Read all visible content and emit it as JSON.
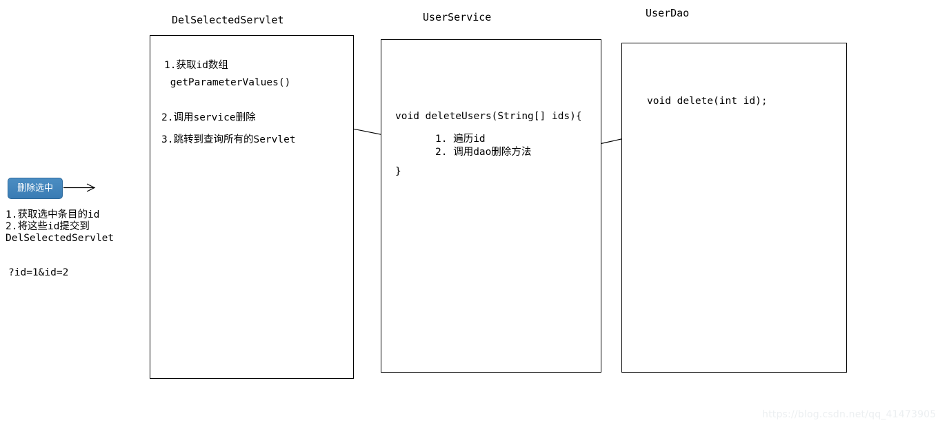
{
  "diagram": {
    "title_hidden": "DelSelectedServlet / UserService / UserDao flow",
    "watermark": "https://blog.csdn.net/qq_41473905"
  },
  "left_panel": {
    "button_label": "删除选中",
    "notes": [
      "1.获取选中条目的id",
      "2.将这些id提交到",
      "DelSelectedServlet"
    ],
    "query_string": "?id=1&id=2"
  },
  "boxes": [
    {
      "id": "servlet",
      "title": "DelSelectedServlet",
      "lines": [
        "1.获取id数组",
        " getParameterValues()",
        "2.调用service删除",
        "3.跳转到查询所有的Servlet"
      ]
    },
    {
      "id": "service",
      "title": "UserService",
      "signature": "void deleteUsers(String[] ids){",
      "steps": [
        "1. 遍历id",
        "2. 调用dao删除方法"
      ],
      "close_brace": "}"
    },
    {
      "id": "dao",
      "title": "UserDao",
      "signature": "void delete(int id);"
    }
  ],
  "arrows": [
    {
      "name": "button-to-servlet"
    },
    {
      "name": "servlet-to-service"
    },
    {
      "name": "service-to-dao"
    }
  ],
  "colors": {
    "button_bg": "#3c7fb8",
    "button_text": "#ffffff",
    "stroke": "#000000",
    "watermark": "#eceff1",
    "background": "#ffffff"
  }
}
